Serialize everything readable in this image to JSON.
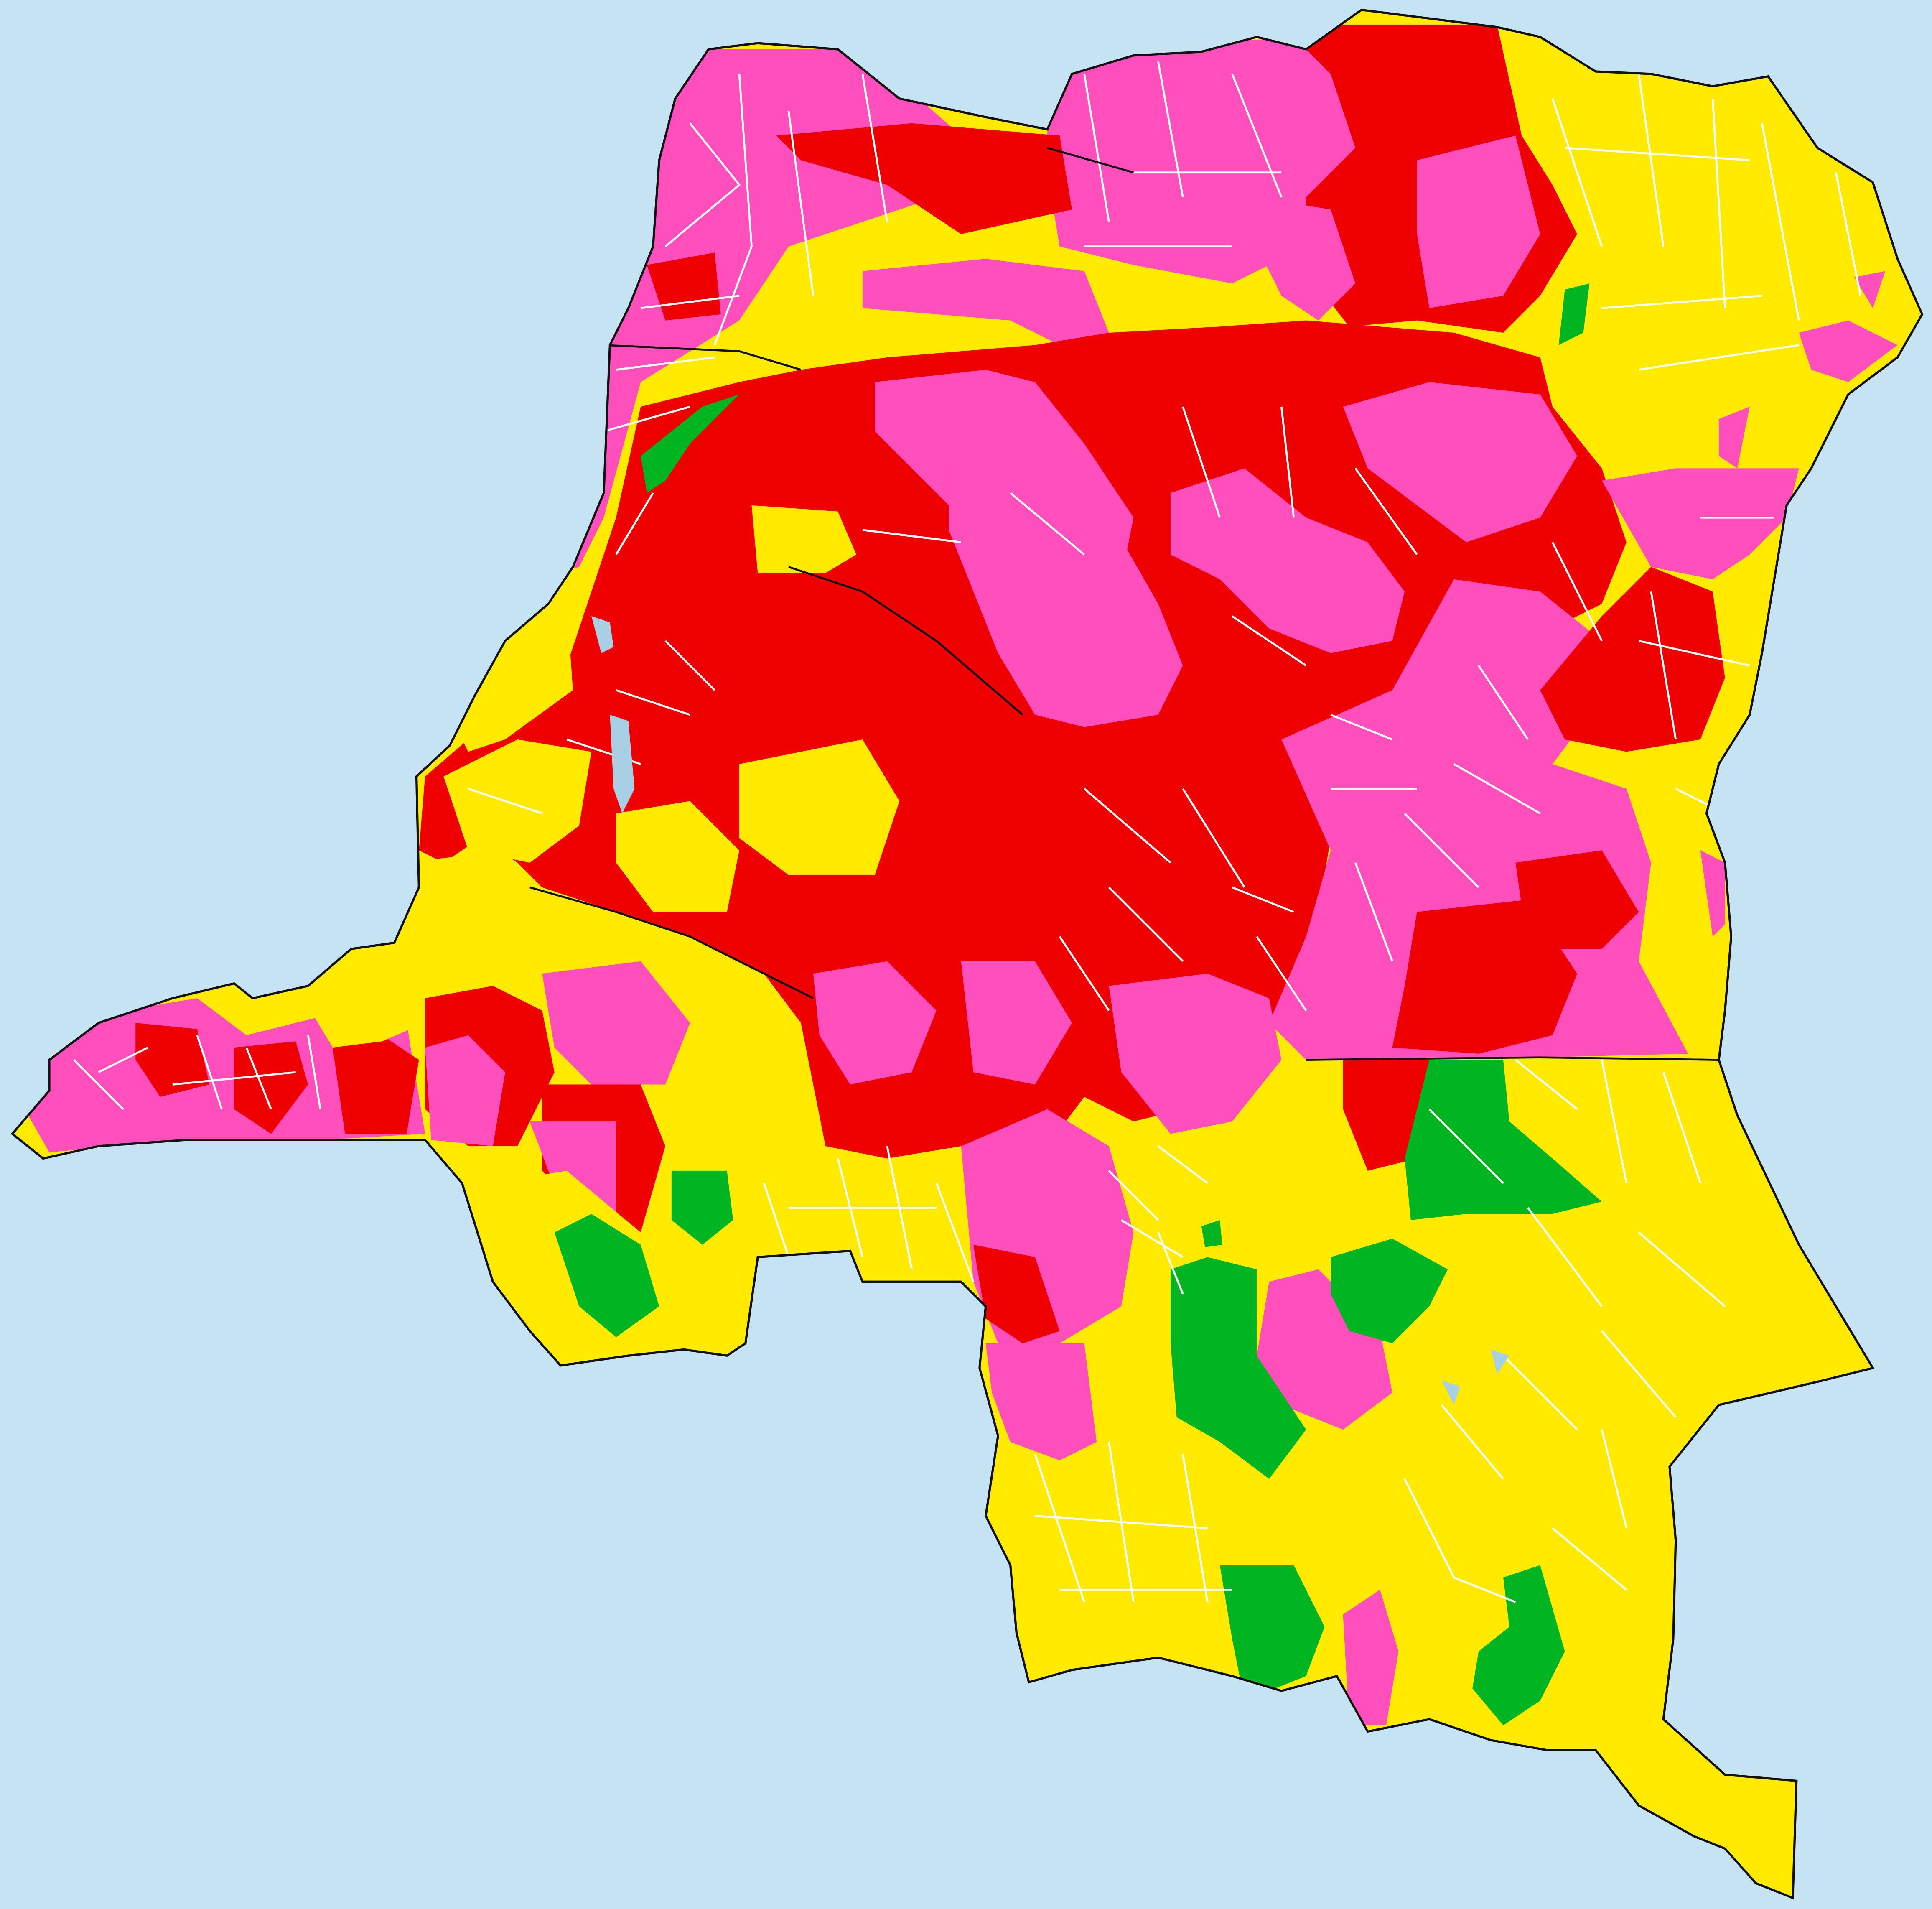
{
  "map": {
    "colors": {
      "sea": "#c6e3f3",
      "red": "#ee0000",
      "pink": "#ff4fbd",
      "yellow": "#ffea00",
      "green": "#00b521",
      "border_outer": "#111111",
      "border_inner": "#ffffff",
      "lake": "#a9cfe5"
    },
    "region_groups": [
      "red",
      "pink",
      "yellow",
      "green"
    ]
  }
}
